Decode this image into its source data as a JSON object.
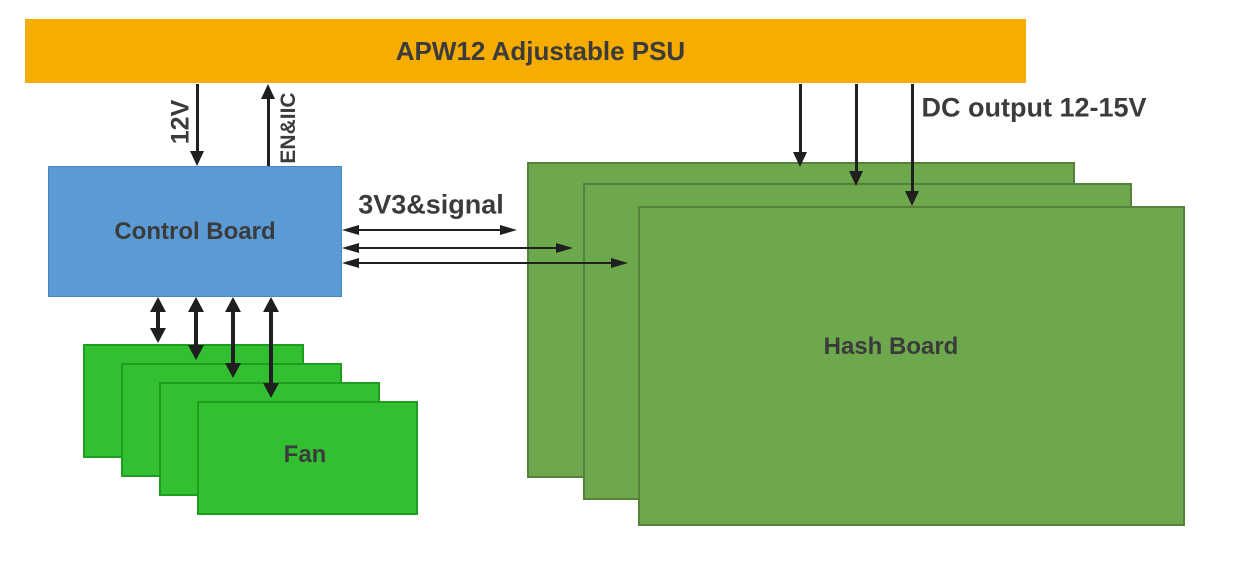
{
  "diagram": {
    "psu": {
      "label": "APW12 Adjustable PSU",
      "color": "#F7AC00"
    },
    "control_board": {
      "label": "Control Board",
      "color": "#5B9BD5"
    },
    "hash_board": {
      "label": "Hash Board",
      "color": "#6EA84C",
      "layer_count": 3
    },
    "fan": {
      "label": "Fan",
      "color": "#32C032",
      "layer_count": 4
    },
    "connections": {
      "psu_to_control_power": "12V",
      "control_to_psu_enable": "EN&IIC",
      "control_to_hash_signal": "3V3&signal",
      "psu_to_hash_power": "DC output 12-15V"
    },
    "colors": {
      "arrow": "#1f1f1f",
      "text": "#3b3b3b",
      "background": "#ffffff"
    }
  }
}
